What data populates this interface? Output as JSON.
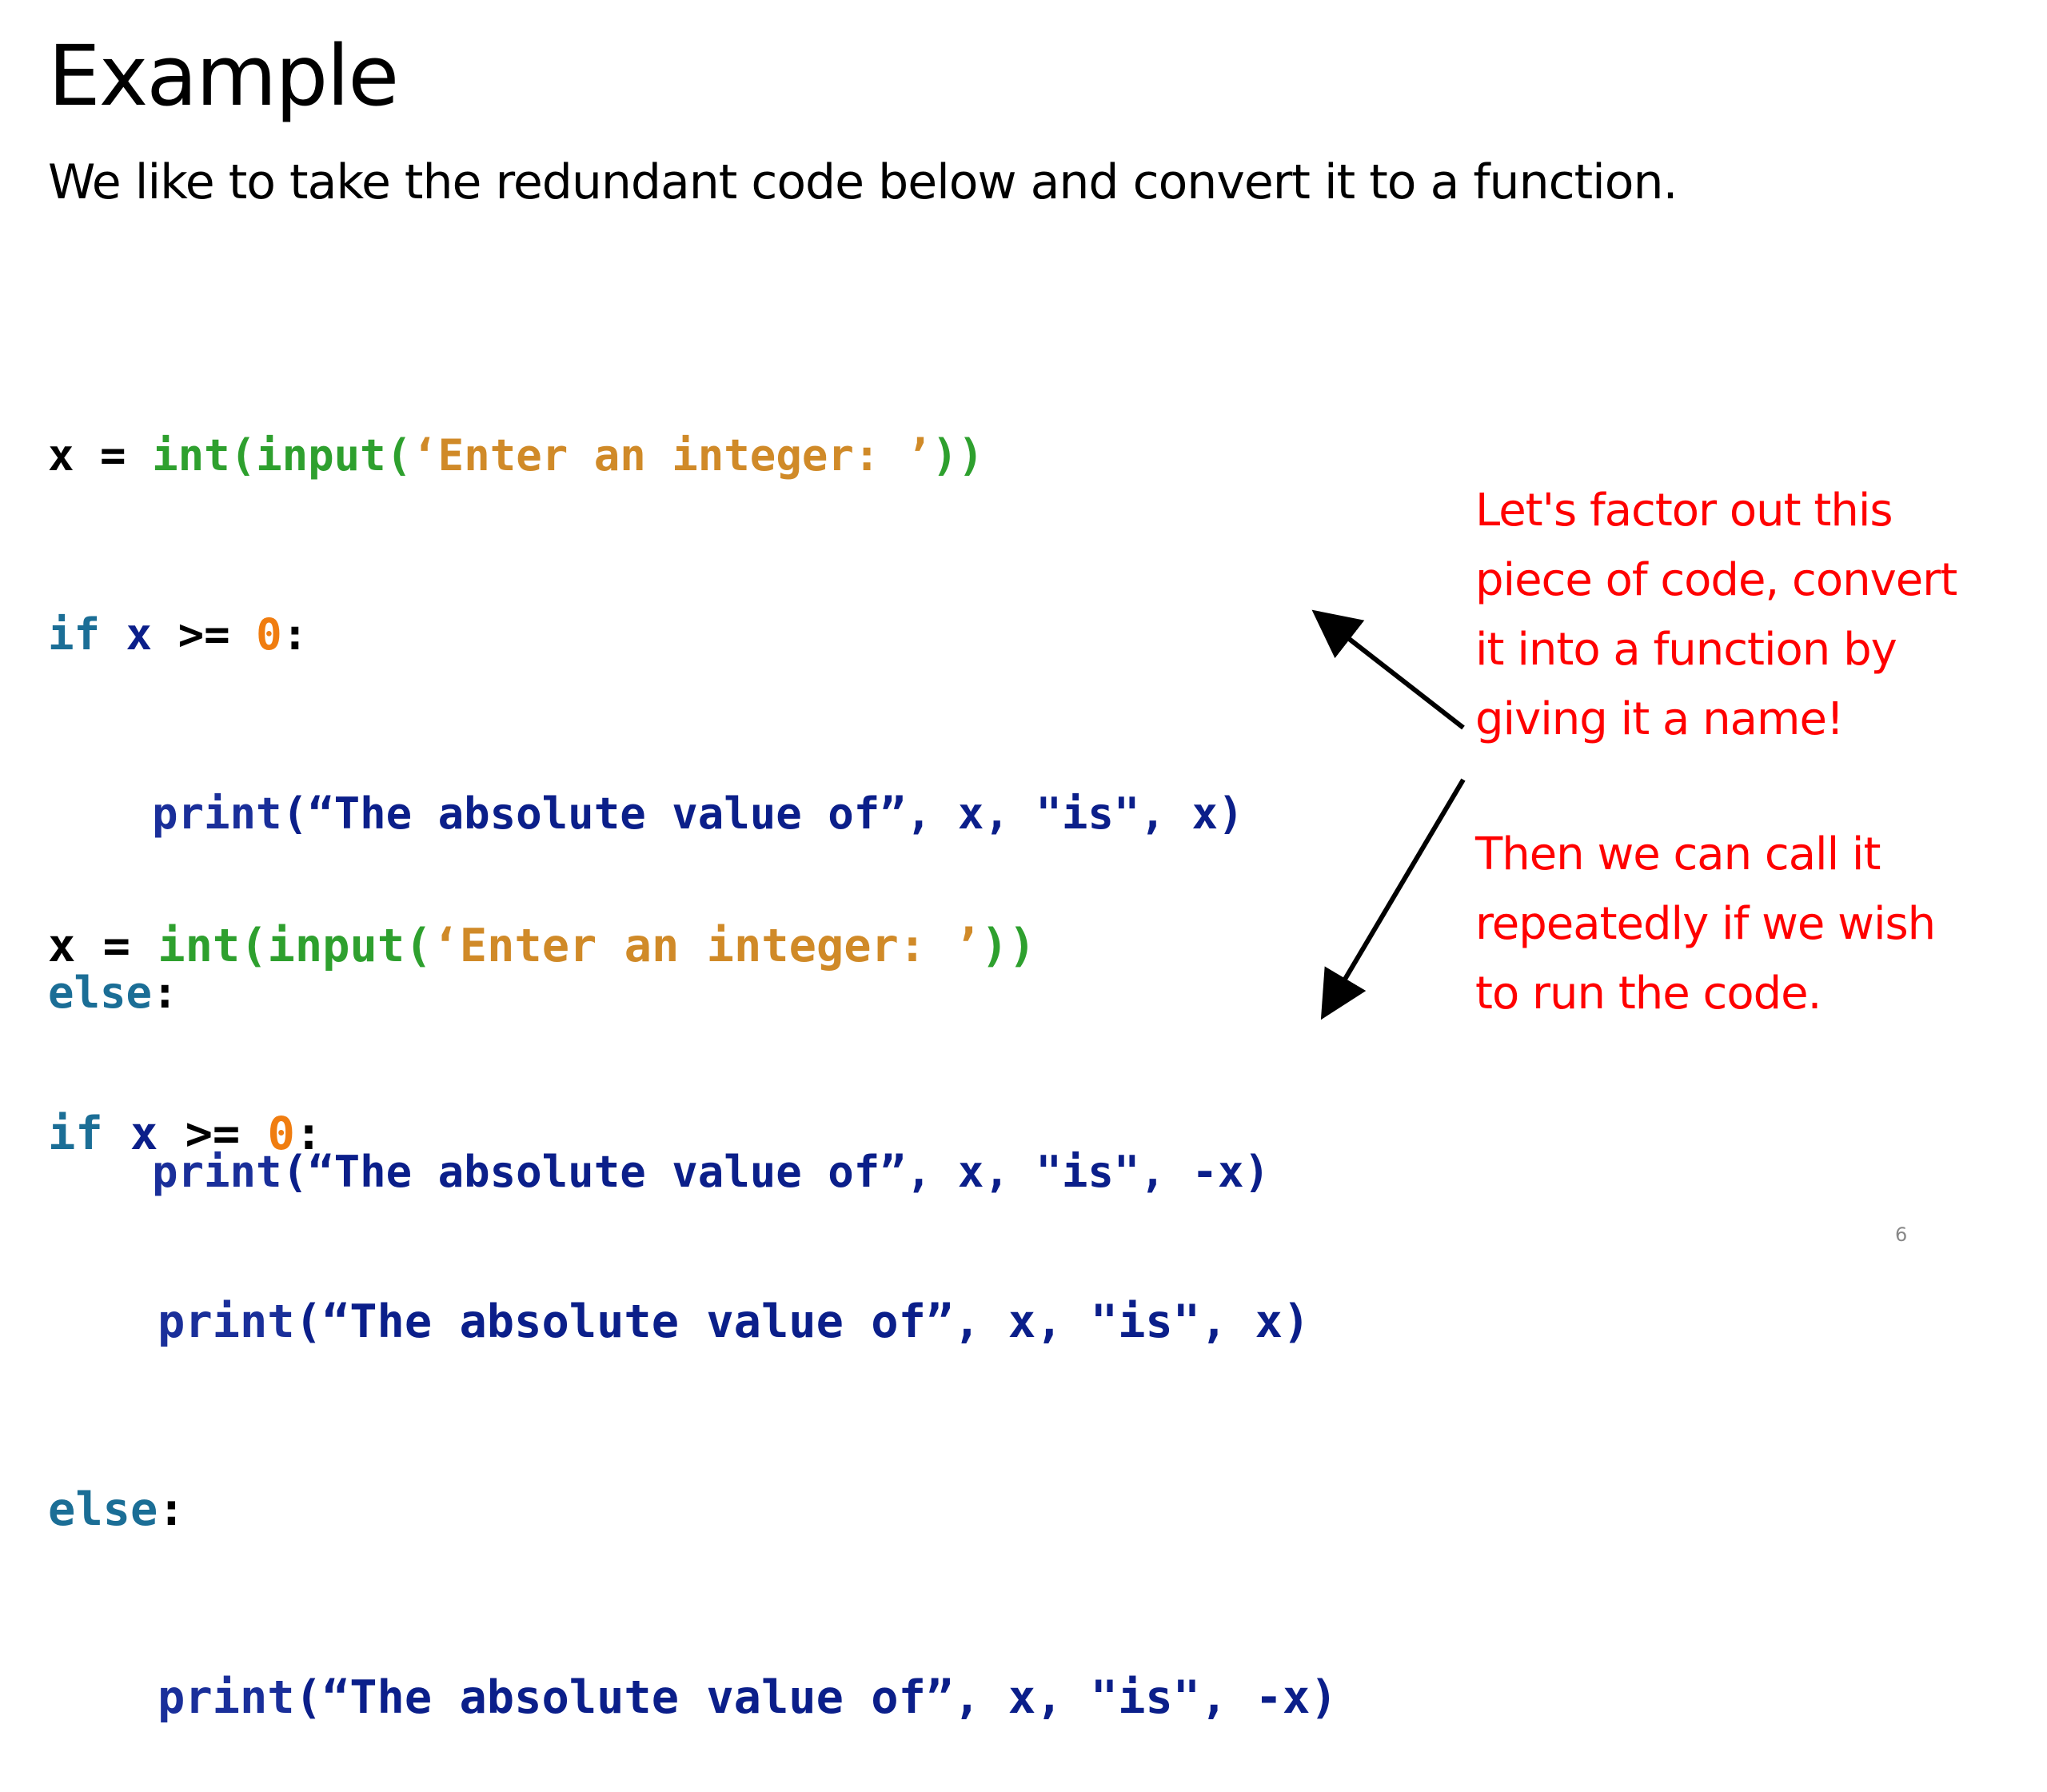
{
  "slide": {
    "title": "Example",
    "subtitle": "We like to take the redundant code below and convert it to a function.",
    "page_number": "6"
  },
  "code_block_1": {
    "line1": {
      "var": "x",
      "assign": " = ",
      "builtin": "int(input(",
      "string": "‘Enter an integer: ’",
      "close": "))"
    },
    "line2": {
      "keyword": "if",
      "var": " x ",
      "op": ">= ",
      "number": "0",
      "colon": ":"
    },
    "line3": {
      "call": "print",
      "args": "(“The absolute value of”, x, \"is\", x)"
    },
    "line4": {
      "keyword": "else",
      "colon": ":"
    },
    "line5": {
      "call": "print",
      "args": "(“The absolute value of”, x, \"is\", -x)"
    }
  },
  "code_block_2": {
    "line1": {
      "var": "x",
      "assign": " = ",
      "builtin": "int(input(",
      "string": "‘Enter an integer: ’",
      "close": "))"
    },
    "line2": {
      "keyword": "if",
      "var": " x ",
      "op": ">= ",
      "number": "0",
      "colon": ":"
    },
    "line3": {
      "call": "print",
      "args": "(“The absolute value of”, x, \"is\", x)"
    },
    "line4": {
      "keyword": "else",
      "colon": ":"
    },
    "line5": {
      "call": "print",
      "args": "(“The absolute value of”, x, \"is\", -x)"
    }
  },
  "annotations": {
    "first": [
      "Let's factor out this",
      "piece of code, convert",
      "it into a function by",
      "giving it a name!"
    ],
    "second": [
      "Then we can call it",
      "repeatedly if we wish",
      "to run the code."
    ]
  },
  "colors": {
    "annotation": "#ff0000",
    "builtin": "#2ea02e",
    "string": "#d08a28",
    "keyword": "#1b6e96",
    "name": "#0b1f8a",
    "number": "#f07d10"
  }
}
